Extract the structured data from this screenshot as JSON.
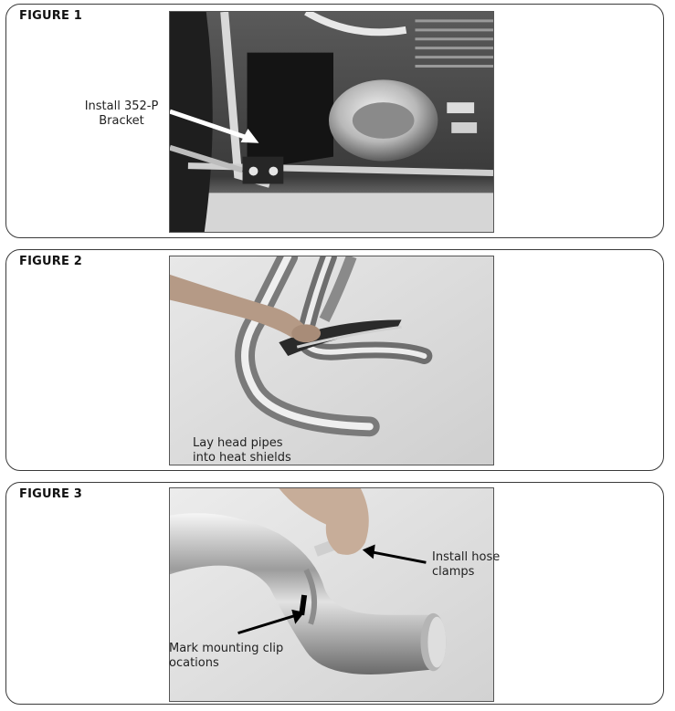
{
  "figures": [
    {
      "label": "FIGURE 1",
      "callouts": [
        {
          "lines": [
            "Install 352-P",
            "Bracket"
          ]
        }
      ]
    },
    {
      "label": "FIGURE 2",
      "callouts": [
        {
          "lines": [
            "Lay head pipes",
            "into heat shields"
          ]
        }
      ]
    },
    {
      "label": "FIGURE 3",
      "callouts": [
        {
          "lines": [
            "Install hose",
            "clamps"
          ]
        },
        {
          "lines": [
            "Mark mounting clip",
            "ocations"
          ]
        }
      ]
    }
  ]
}
